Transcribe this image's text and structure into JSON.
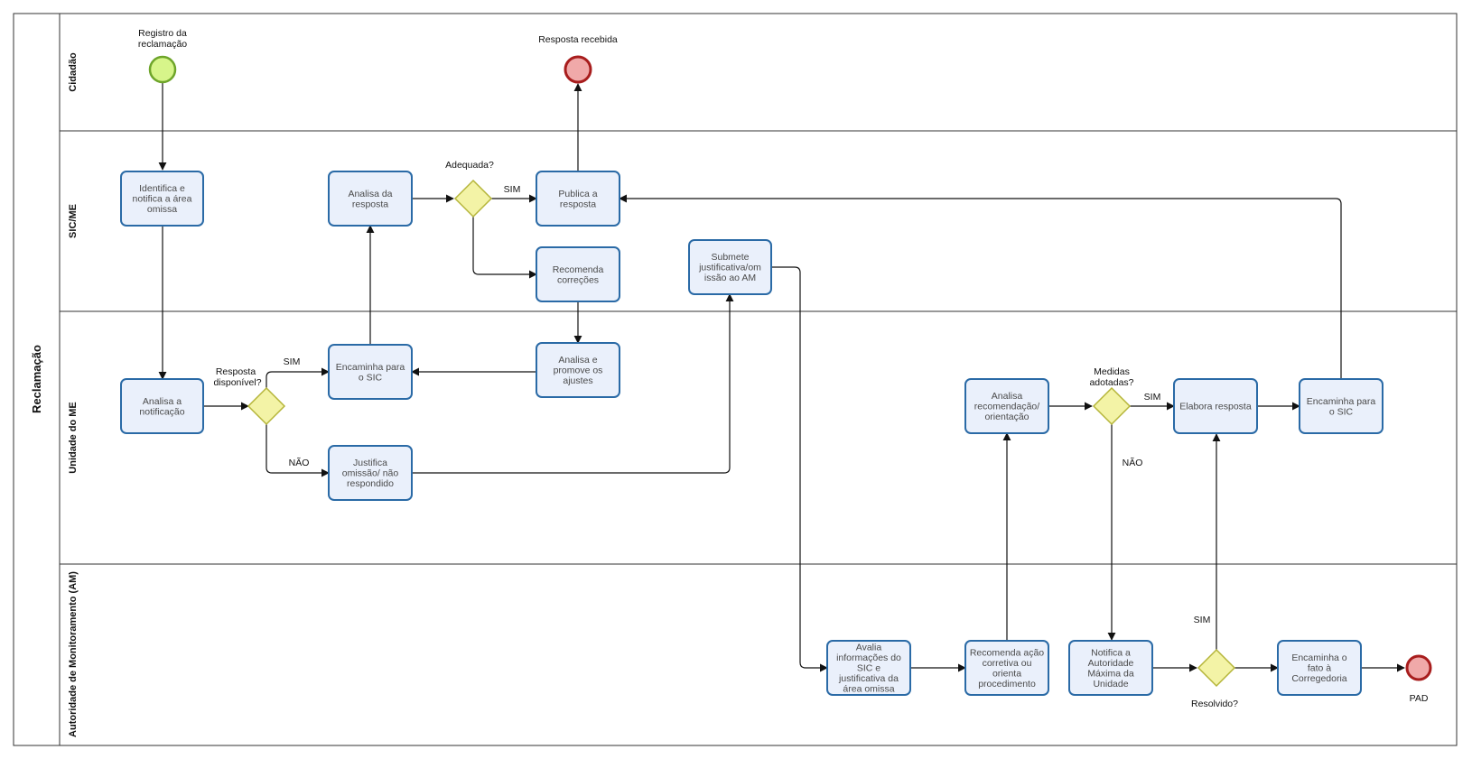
{
  "pool": {
    "label": "Reclamação"
  },
  "lanes": [
    {
      "id": "cidadao",
      "label": "Cidadão"
    },
    {
      "id": "sic",
      "label": "SIC/ME"
    },
    {
      "id": "unidade",
      "label": "Unidade do ME"
    },
    {
      "id": "am",
      "label": "Autoridade de Monitoramento (AM)"
    }
  ],
  "events": {
    "start": {
      "label": [
        "Registro da",
        "reclamação"
      ]
    },
    "end_resposta": {
      "label": [
        "Resposta recebida"
      ]
    },
    "end_pad": {
      "label": [
        "PAD"
      ]
    }
  },
  "tasks": {
    "identifica": {
      "lines": [
        "Identifica e",
        "notifica a área",
        "omissa"
      ]
    },
    "analisa_resposta": {
      "lines": [
        "Analisa da",
        "resposta"
      ]
    },
    "publica": {
      "lines": [
        "Publica a",
        "resposta"
      ]
    },
    "recomenda_correcoes": {
      "lines": [
        "Recomenda",
        "correções"
      ]
    },
    "submete": {
      "lines": [
        "Submete",
        "justificativa/om",
        "issão ao AM"
      ]
    },
    "analisa_notificacao": {
      "lines": [
        "Analisa a",
        "notificação"
      ]
    },
    "encaminha_sic_1": {
      "lines": [
        "Encaminha para",
        "o SIC"
      ]
    },
    "analisa_promove": {
      "lines": [
        "Analisa e",
        "promove os",
        "ajustes"
      ]
    },
    "justifica": {
      "lines": [
        "Justifica",
        "omissão/ não",
        "respondido"
      ]
    },
    "analisa_recomendacao": {
      "lines": [
        "Analisa",
        "recomendação/",
        "orientação"
      ]
    },
    "elabora": {
      "lines": [
        "Elabora resposta"
      ]
    },
    "encaminha_sic_2": {
      "lines": [
        "Encaminha para",
        "o SIC"
      ]
    },
    "avalia": {
      "lines": [
        "Avalia",
        "informações do",
        "SIC e",
        "justificativa da",
        "área omissa"
      ]
    },
    "recomenda_acao": {
      "lines": [
        "Recomenda ação",
        "corretiva ou",
        "orienta",
        "procedimento"
      ]
    },
    "notifica": {
      "lines": [
        "Notifica a",
        "Autoridade",
        "Máxima da",
        "Unidade"
      ]
    },
    "encaminha_corregedoria": {
      "lines": [
        "Encaminha o",
        "fato à",
        "Corregedoria"
      ]
    }
  },
  "gateways": {
    "adequada": {
      "label": [
        "Adequada?"
      ]
    },
    "resposta_disponivel": {
      "label": [
        "Resposta",
        "disponível?"
      ]
    },
    "medidas": {
      "label": [
        "Medidas",
        "adotadas?"
      ]
    },
    "resolvido": {
      "label": [
        "Resolvido?"
      ]
    }
  },
  "flow_labels": {
    "sim_adequada": "SIM",
    "sim_resposta": "SIM",
    "nao_resposta": "NÃO",
    "sim_medidas": "SIM",
    "nao_medidas": "NÃO",
    "sim_resolvido": "SIM"
  }
}
